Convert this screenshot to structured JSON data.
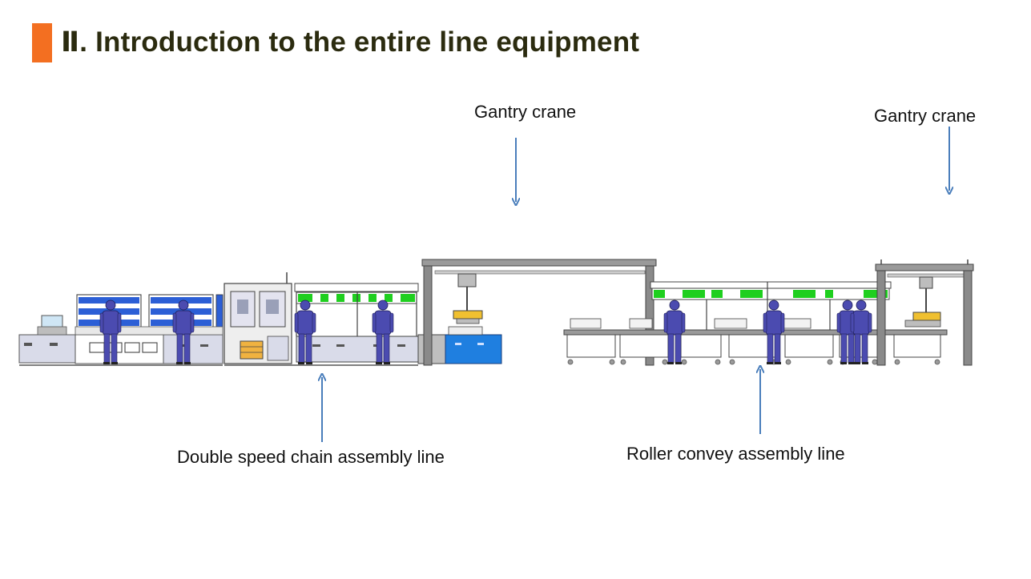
{
  "slide": {
    "title": "Ⅱ. Introduction to the entire line equipment"
  },
  "labels": {
    "gantry_crane_1": "Gantry crane",
    "gantry_crane_2": "Gantry crane",
    "double_speed_chain": "Double speed chain assembly line",
    "roller_convey": "Roller convey assembly line"
  },
  "colors": {
    "accent": "#f36f21",
    "title_text": "#2b2b0f",
    "arrow": "#4a7ebb",
    "frame": "#7a7a7a",
    "table": "#d9dbe9",
    "worker": "#4b4bb0",
    "rack_blue": "#2c5fd6",
    "green_sign": "#1fcf1f",
    "blue_cabinet": "#1f7fe0"
  }
}
